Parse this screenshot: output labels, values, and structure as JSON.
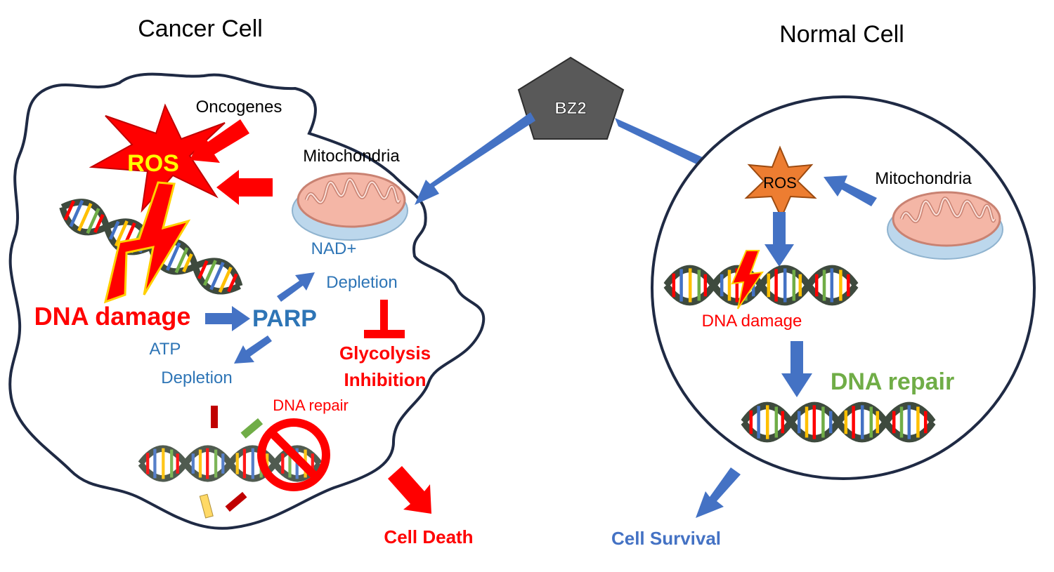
{
  "cancer_cell": {
    "title": "Cancer Cell",
    "ros": "ROS",
    "oncogenes": "Oncogenes",
    "mitochondria": "Mitochondria",
    "nad_line1": "NAD+",
    "nad_line2": "Depletion",
    "dna_damage": "DNA damage",
    "parp": "PARP",
    "atp_line1": "ATP",
    "atp_line2": "Depletion",
    "glycolysis_line1": "Glycolysis",
    "glycolysis_line2": "Inhibition",
    "dna_repair": "DNA repair",
    "cell_death": "Cell Death"
  },
  "drug": {
    "label": "BZ2"
  },
  "normal_cell": {
    "title": "Normal Cell",
    "ros": "ROS",
    "mitochondria": "Mitochondria",
    "dna_damage": "DNA damage",
    "dna_repair": "DNA repair",
    "cell_survival": "Cell Survival"
  },
  "colors": {
    "red": "#ff0000",
    "blue_arrow": "#4472c4",
    "blue_text": "#2e75b6",
    "ros_orange": "#ed7d31",
    "yellow": "#ffff00",
    "green": "#70ad47",
    "pentagon": "#595959",
    "outline": "#1f2a44",
    "mito": "#f4b6a6",
    "mito_base": "#bcd7ec"
  }
}
